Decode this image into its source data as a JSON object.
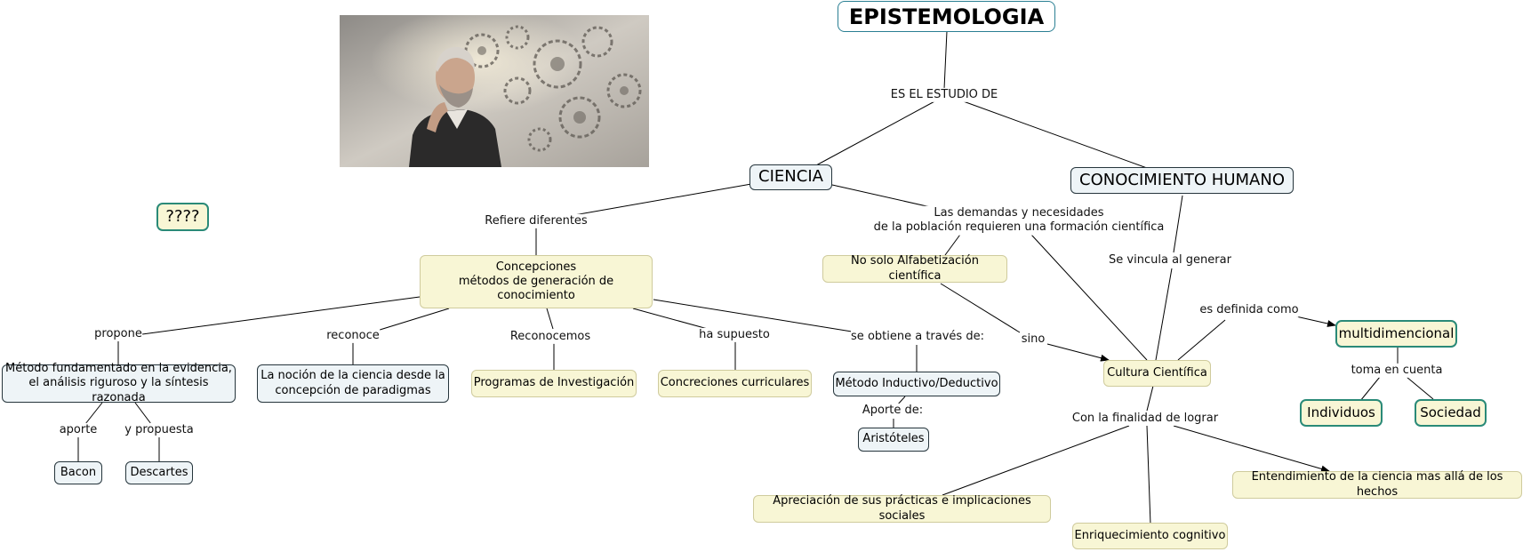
{
  "title": "EPISTEMOLOGIA",
  "photo_alt": "man-thinking-with-gears-photo",
  "nodes": {
    "ciencia": "CIENCIA",
    "conocimiento_humano": "CONOCIMIENTO HUMANO",
    "unknown": "????",
    "concepciones": "Concepciones\nmétodos de generación de conocimiento",
    "alfabetizacion": "No solo Alfabetización científica",
    "cultura": "Cultura Científica",
    "multidimensional": "multidimencional",
    "individuos": "Individuos",
    "sociedad": "Sociedad",
    "metodo_evidencia": "Método fundamentado en la evidencia,\nel análisis riguroso y la síntesis razonada",
    "nocion": "La noción de la ciencia  desde la\nconcepción de paradigmas",
    "programas": "Programas de Investigación",
    "concreciones": "Concreciones curriculares",
    "inductivo": "Método Inductivo/Deductivo",
    "aristoteles": "Aristóteles",
    "bacon": "Bacon",
    "descartes": "Descartes",
    "entendimiento": "Entendimiento de la ciencia mas allá de los hechos",
    "apreciacion": "Apreciación de sus prácticas e implicaciones sociales",
    "enriquecimiento": "Enriquecimiento cognitivo"
  },
  "labels": {
    "es_estudio": "ES EL ESTUDIO DE",
    "refiere": "Refiere diferentes",
    "demandas": "Las demandas y necesidades\nde la población requieren una formación científica",
    "vincula": "Se vincula al generar",
    "sino": "sino",
    "definida": "es definida como",
    "toma": "toma en cuenta",
    "propone": "propone",
    "reconoce": "reconoce",
    "reconocemos": "Reconocemos",
    "supuesto": "ha supuesto",
    "obtiene": "se obtiene a través de:",
    "aporte": "aporte",
    "propuesta": "y propuesta",
    "aporte_de": "Aporte de:",
    "finalidad": "Con la finalidad de lograr"
  }
}
